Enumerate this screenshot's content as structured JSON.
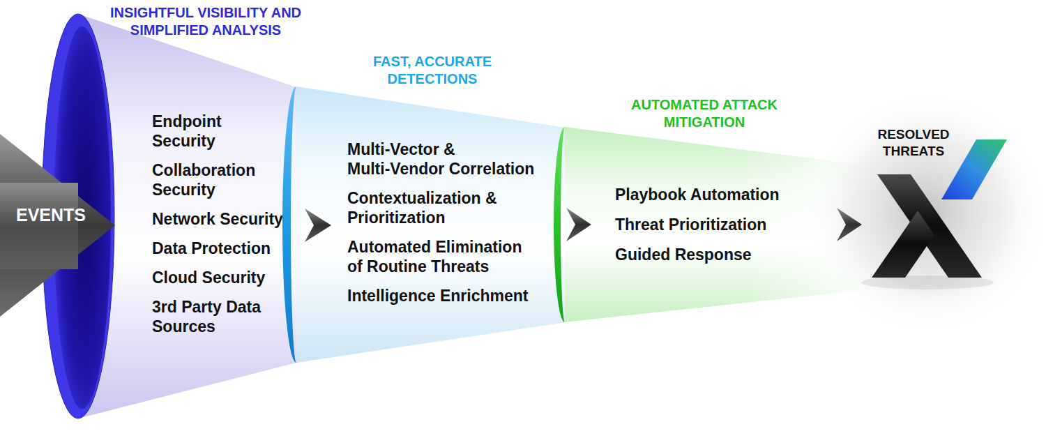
{
  "diagram": {
    "nodes": [
      {
        "text": [
          "EVENTS"
        ]
      },
      {
        "text": [
          "INSIGHTFUL VISIBILITY AND SIMPLIFIED ANALYSIS",
          "Endpoint Security",
          "Collaboration Security",
          "Network Security",
          "Data Protection",
          "Cloud Security",
          "3rd Party Data Sources"
        ]
      },
      {
        "text": [
          "FAST, ACCURATE DETECTIONS",
          "Multi-Vector & Multi-Vendor Correlation",
          "Contextualization & Prioritization",
          "Automated Elimination of Routine Threats",
          "Intelligence Enrichment"
        ]
      },
      {
        "text": [
          "AUTOMATED ATTACK MITIGATION",
          "Playbook Automation",
          "Threat Prioritization",
          "Guided Response"
        ]
      },
      {
        "text": [
          "RESOLVED THREATS"
        ]
      }
    ],
    "edges": [
      {
        "from": 1,
        "to": 2,
        "arrow": "to"
      },
      {
        "from": 2,
        "to": 3,
        "arrow": "to"
      },
      {
        "from": 3,
        "to": 4,
        "arrow": "to"
      }
    ]
  }
}
